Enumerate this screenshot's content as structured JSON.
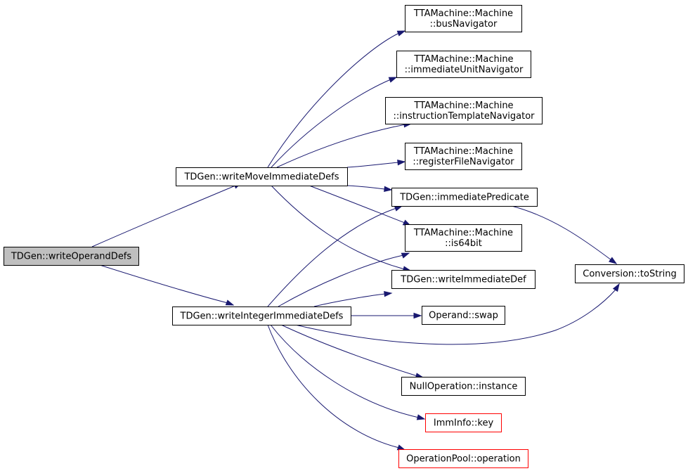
{
  "colors": {
    "edge": "#191970",
    "node_border": "#000000",
    "node_border_truncated": "#ff0000",
    "node_fill": "#ffffff",
    "root_fill": "#bfbfbf"
  },
  "nodes": {
    "root": {
      "lines": [
        "TDGen::writeOperandDefs"
      ]
    },
    "writeMoveImmediateDefs": {
      "lines": [
        "TDGen::writeMoveImmediateDefs"
      ]
    },
    "writeIntegerImmediateDefs": {
      "lines": [
        "TDGen::writeIntegerImmediateDefs"
      ]
    },
    "busNavigator": {
      "lines": [
        "TTAMachine::Machine",
        "::busNavigator"
      ]
    },
    "immediateUnitNavigator": {
      "lines": [
        "TTAMachine::Machine",
        "::immediateUnitNavigator"
      ]
    },
    "instructionTemplateNavigator": {
      "lines": [
        "TTAMachine::Machine",
        "::instructionTemplateNavigator"
      ]
    },
    "registerFileNavigator": {
      "lines": [
        "TTAMachine::Machine",
        "::registerFileNavigator"
      ]
    },
    "immediatePredicate": {
      "lines": [
        "TDGen::immediatePredicate"
      ]
    },
    "is64bit": {
      "lines": [
        "TTAMachine::Machine",
        "::is64bit"
      ]
    },
    "writeImmediateDef": {
      "lines": [
        "TDGen::writeImmediateDef"
      ]
    },
    "toString": {
      "lines": [
        "Conversion::toString"
      ]
    },
    "swap": {
      "lines": [
        "Operand::swap"
      ]
    },
    "nullInstance": {
      "lines": [
        "NullOperation::instance"
      ]
    },
    "immKey": {
      "lines": [
        "ImmInfo::key"
      ]
    },
    "operation": {
      "lines": [
        "OperationPool::operation"
      ]
    }
  }
}
